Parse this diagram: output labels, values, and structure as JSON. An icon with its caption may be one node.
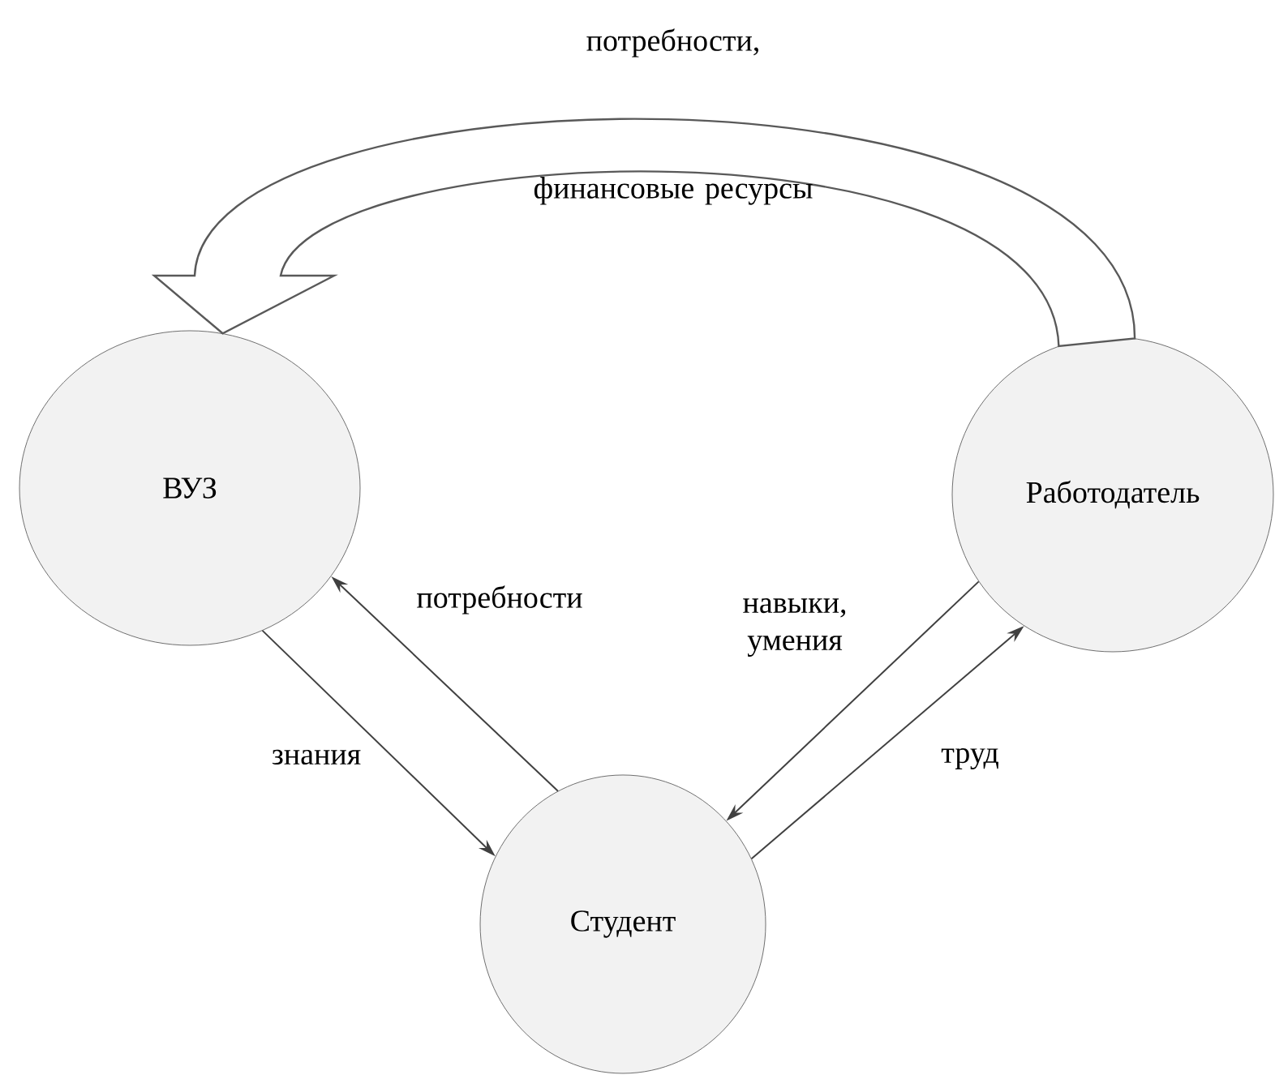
{
  "diagram": {
    "nodes": [
      {
        "text": [
          "ВУЗ"
        ]
      },
      {
        "text": [
          "Студент"
        ]
      },
      {
        "text": [
          "Работодатель"
        ]
      }
    ],
    "edges": [
      {
        "from": 2,
        "to": 0,
        "arrow": "to",
        "label": "потребности, финансовые ресурсы"
      },
      {
        "from": 0,
        "to": 1,
        "arrow": "to",
        "label": "знания"
      },
      {
        "from": 1,
        "to": 0,
        "arrow": "to",
        "label": "потребности"
      },
      {
        "from": 2,
        "to": 1,
        "arrow": "to",
        "label": "навыки, умения"
      },
      {
        "from": 1,
        "to": 2,
        "arrow": "to",
        "label": "труд"
      }
    ]
  }
}
